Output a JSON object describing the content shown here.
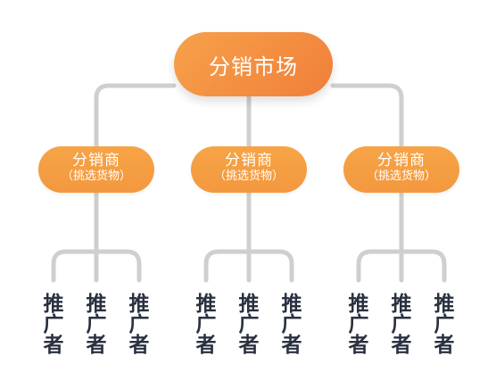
{
  "root": {
    "label": "分销市场"
  },
  "distributors": [
    {
      "label": "分销商",
      "sub": "（挑选货物）"
    },
    {
      "label": "分销商",
      "sub": "（挑选货物）"
    },
    {
      "label": "分销商",
      "sub": "（挑选货物）"
    }
  ],
  "promoter": {
    "c1": "推",
    "c2": "广",
    "c3": "者"
  },
  "colors": {
    "orange": "#f39a40",
    "connector": "#cfcfcf",
    "promoter_text": "#2a3140"
  }
}
